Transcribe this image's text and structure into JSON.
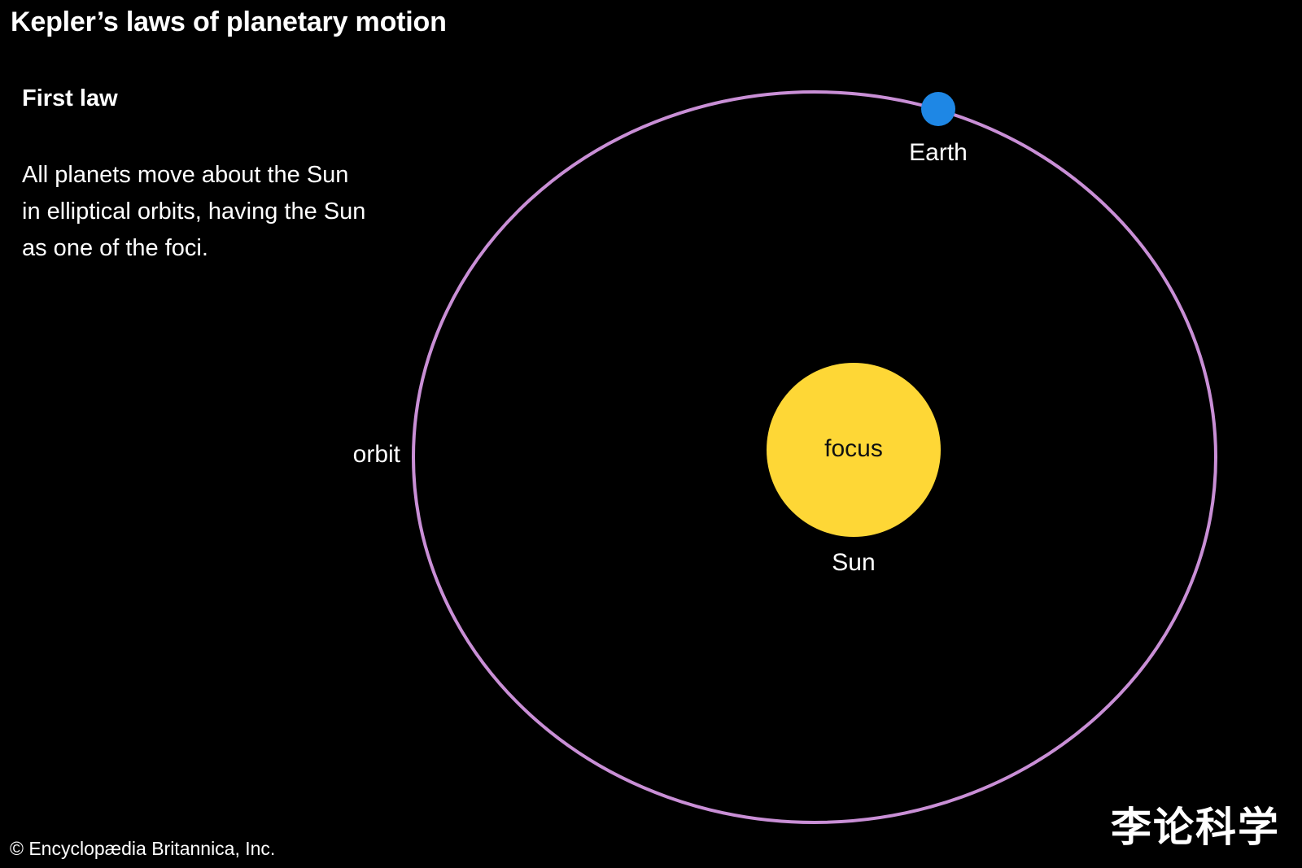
{
  "title": "Kepler’s laws of planetary motion",
  "law": {
    "heading": "First law",
    "lines": [
      "All planets move about the Sun",
      "in elliptical orbits, having the Sun",
      "as one of the foci."
    ]
  },
  "diagram": {
    "orbit_label": "orbit",
    "planet_label": "Earth",
    "star_label": "Sun",
    "focus_label": "focus"
  },
  "colors": {
    "background": "#000000",
    "orbit": "#c98fd6",
    "planet": "#1e87e5",
    "star": "#fed736",
    "text": "#ffffff"
  },
  "copyright": "© Encyclopædia Britannica, Inc.",
  "watermark": "李论科学"
}
